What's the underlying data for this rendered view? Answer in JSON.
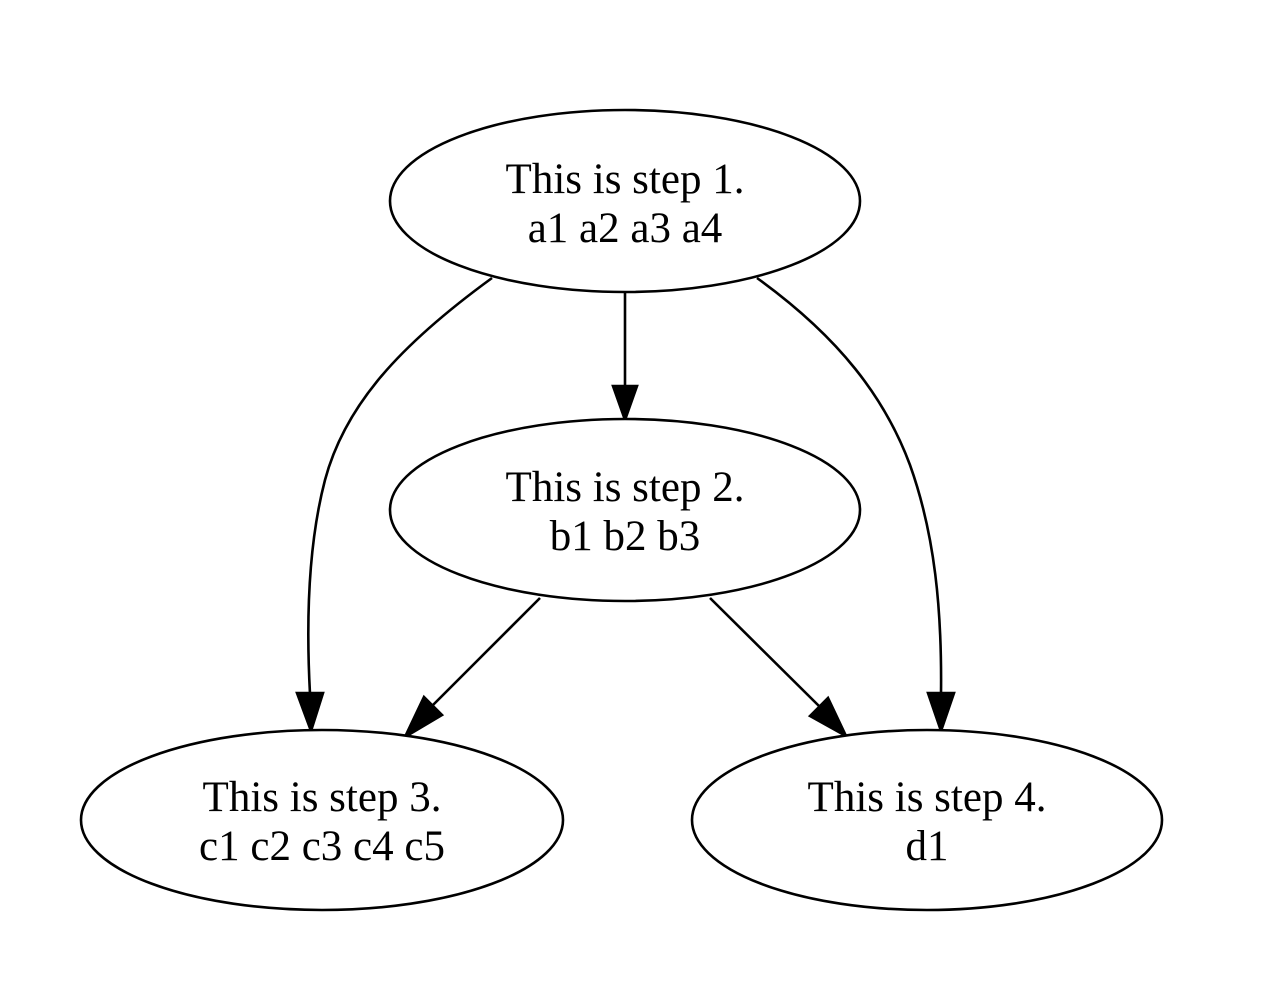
{
  "diagram": {
    "nodes": [
      {
        "id": "step1",
        "line1": "This is step 1.",
        "line2": "a1 a2 a3 a4"
      },
      {
        "id": "step2",
        "line1": "This is step 2.",
        "line2": "b1 b2 b3"
      },
      {
        "id": "step3",
        "line1": "This is step 3.",
        "line2": "c1 c2 c3 c4 c5"
      },
      {
        "id": "step4",
        "line1": "This is step 4.",
        "line2": "d1"
      }
    ],
    "edges": [
      {
        "from": "step1",
        "to": "step2"
      },
      {
        "from": "step1",
        "to": "step3"
      },
      {
        "from": "step1",
        "to": "step4"
      },
      {
        "from": "step2",
        "to": "step3"
      },
      {
        "from": "step2",
        "to": "step4"
      }
    ],
    "colors": {
      "stroke": "#000000",
      "fill": "#ffffff",
      "background": "#ffffff"
    }
  }
}
